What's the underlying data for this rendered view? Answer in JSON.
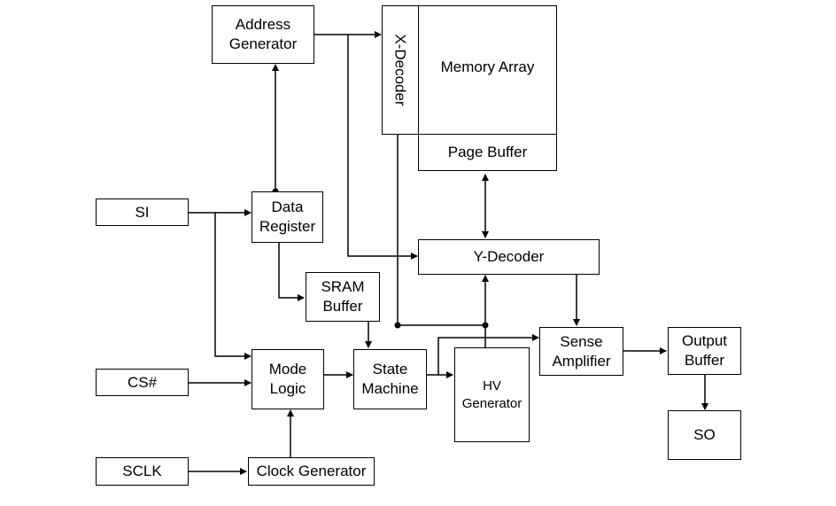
{
  "diagram": {
    "blocks": {
      "address_generator": "Address\nGenerator",
      "x_decoder": "X-Decoder",
      "memory_array": "Memory Array",
      "page_buffer": "Page Buffer",
      "si": "SI",
      "data_register": "Data\nRegister",
      "y_decoder": "Y-Decoder",
      "sram_buffer": "SRAM\nBuffer",
      "sense_amplifier": "Sense\nAmplifier",
      "output_buffer": "Output\nBuffer",
      "cs": "CS#",
      "mode_logic": "Mode\nLogic",
      "state_machine": "State\nMachine",
      "hv_generator": "HV\nGenerator",
      "so": "SO",
      "sclk": "SCLK",
      "clock_generator": "Clock Generator"
    },
    "colors": {
      "line": "#000000",
      "box_border": "#000000",
      "background": "#ffffff"
    }
  }
}
